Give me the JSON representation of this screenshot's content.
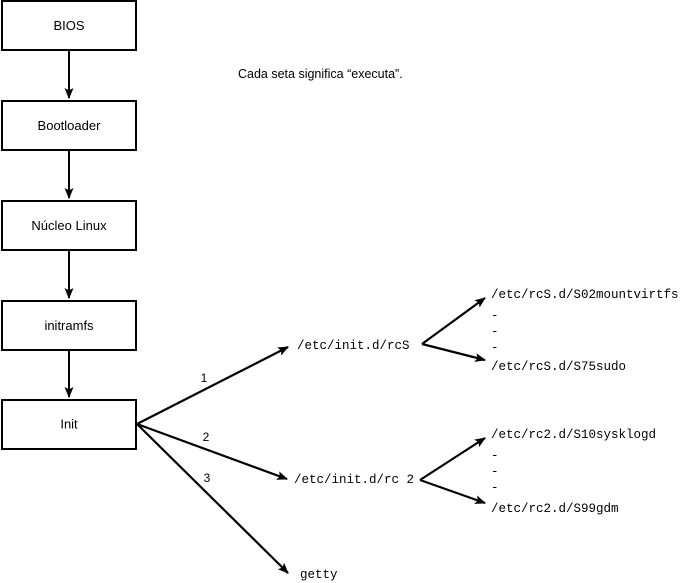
{
  "diagram": {
    "note": "Cada seta significa “executa”.",
    "boot_chain": [
      {
        "label": "BIOS"
      },
      {
        "label": "Bootloader"
      },
      {
        "label": "Núcleo Linux"
      },
      {
        "label": "initramfs"
      },
      {
        "label": "Init"
      }
    ],
    "init_branches": [
      {
        "number": "1",
        "target": "/etc/init.d/rcS"
      },
      {
        "number": "2",
        "target": "/etc/init.d/rc 2"
      },
      {
        "number": "3",
        "target": "getty"
      }
    ],
    "rcs_scripts": {
      "first": "/etc/rcS.d/S02mountvirtfs",
      "ellipsis": [
        "-",
        "-",
        "-"
      ],
      "last": "/etc/rcS.d/S75sudo"
    },
    "rc2_scripts": {
      "first": "/etc/rc2.d/S10sysklogd",
      "ellipsis": [
        "-",
        "-",
        "-"
      ],
      "last": "/etc/rc2.d/S99gdm"
    },
    "colors": {
      "stroke": "#000000",
      "fill": "#ffffff",
      "background": "#ffffff"
    }
  }
}
